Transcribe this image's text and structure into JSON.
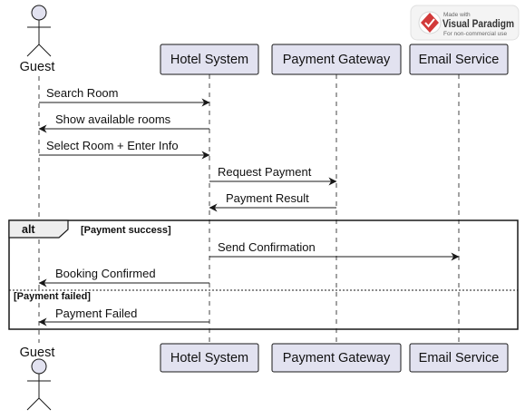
{
  "participants": {
    "guest": "Guest",
    "hotel": "Hotel System",
    "payment": "Payment Gateway",
    "email": "Email Service"
  },
  "messages": {
    "m1": "Search Room",
    "m2": "Show available rooms",
    "m3": "Select Room + Enter Info",
    "m4": "Request Payment",
    "m5": "Payment Result",
    "m6": "Send Confirmation",
    "m7": "Booking Confirmed",
    "m8": "Payment Failed"
  },
  "fragment": {
    "keyword": "alt",
    "guard_success": "[Payment success]",
    "guard_failed": "[Payment failed]"
  },
  "watermark": {
    "made_with": "Made with",
    "brand": "Visual Paradigm",
    "note": "For non-commercial use"
  },
  "colors": {
    "participant_fill": "#E2E2F0",
    "participant_stroke": "#181818",
    "lifeline": "#181818",
    "arrow": "#181818"
  }
}
